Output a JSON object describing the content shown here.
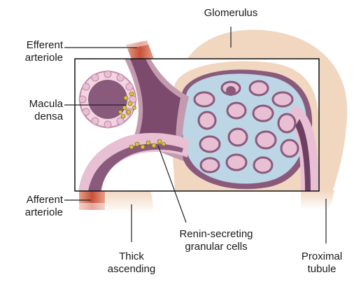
{
  "labels": {
    "glomerulus": "Glomerulus",
    "efferent_arteriole": [
      "Efferent",
      "arteriole"
    ],
    "macula_densa": [
      "Macula",
      "densa"
    ],
    "afferent_arteriole": [
      "Afferent",
      "arteriole"
    ],
    "thick_ascending": [
      "Thick",
      "ascending"
    ],
    "renin_cells": [
      "Renin-secreting",
      "granular cells"
    ],
    "proximal_tubule": [
      "Proximal",
      "tubule"
    ]
  },
  "colors": {
    "capsule_tan": "#f1d6c0",
    "capsule_shade": "#e4bfa3",
    "tubule_pink": "#e8bfd3",
    "lumen_purple": "#8a5a7c",
    "lumen_dark": "#6d3f62",
    "glom_blue": "#bcd6e6",
    "cell_pink": "#f3d4e3",
    "vessel_red": "#c9503a",
    "granule_yellow": "#d8c43a",
    "leader_line": "#222222",
    "frame": "#111111"
  }
}
